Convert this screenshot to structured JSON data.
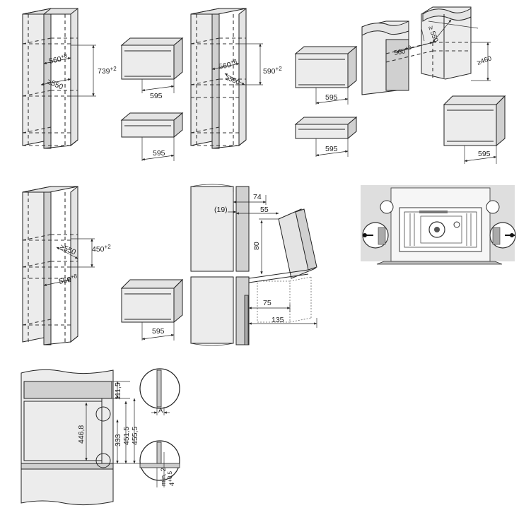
{
  "diagrams": {
    "tall_cabinet_739": {
      "width": "560",
      "width_tol": "+8",
      "height": "739",
      "height_tol": "+2",
      "depth": "≥550"
    },
    "appliance_box_1": {
      "width": "595"
    },
    "appliance_drawer_1": {
      "width": "595"
    },
    "tall_cabinet_590": {
      "width": "560",
      "width_tol": "+8",
      "height": "590",
      "height_tol": "+2",
      "depth": "≥550"
    },
    "appliance_box_2": {
      "width": "595"
    },
    "appliance_drawer_2": {
      "width": "595"
    },
    "base_cabinet": {
      "depth": "≥ 550",
      "width": "560",
      "width_tol": "+8",
      "height": "≥460"
    },
    "appliance_box_3": {
      "width": "595"
    },
    "tall_cabinet_450": {
      "width": "560",
      "width_tol": "+8",
      "height": "450",
      "height_tol": "+2",
      "depth": "≥550"
    },
    "appliance_box_4": {
      "width": "595"
    },
    "side_section": {
      "dim_74": "74",
      "dim_19": "(19)",
      "dim_55": "55",
      "dim_80": "80",
      "dim_75": "75",
      "dim_135": "135"
    },
    "front_section": {
      "dim_111_5": "111,5",
      "dim_446_8": "446,8",
      "dim_333": "333",
      "dim_451_5": "451,5",
      "dim_455_5": "455,5",
      "detail_a": "A",
      "dim_min2": "min. 2",
      "dim_4": "4",
      "dim_4_tol": "+0,5"
    }
  }
}
